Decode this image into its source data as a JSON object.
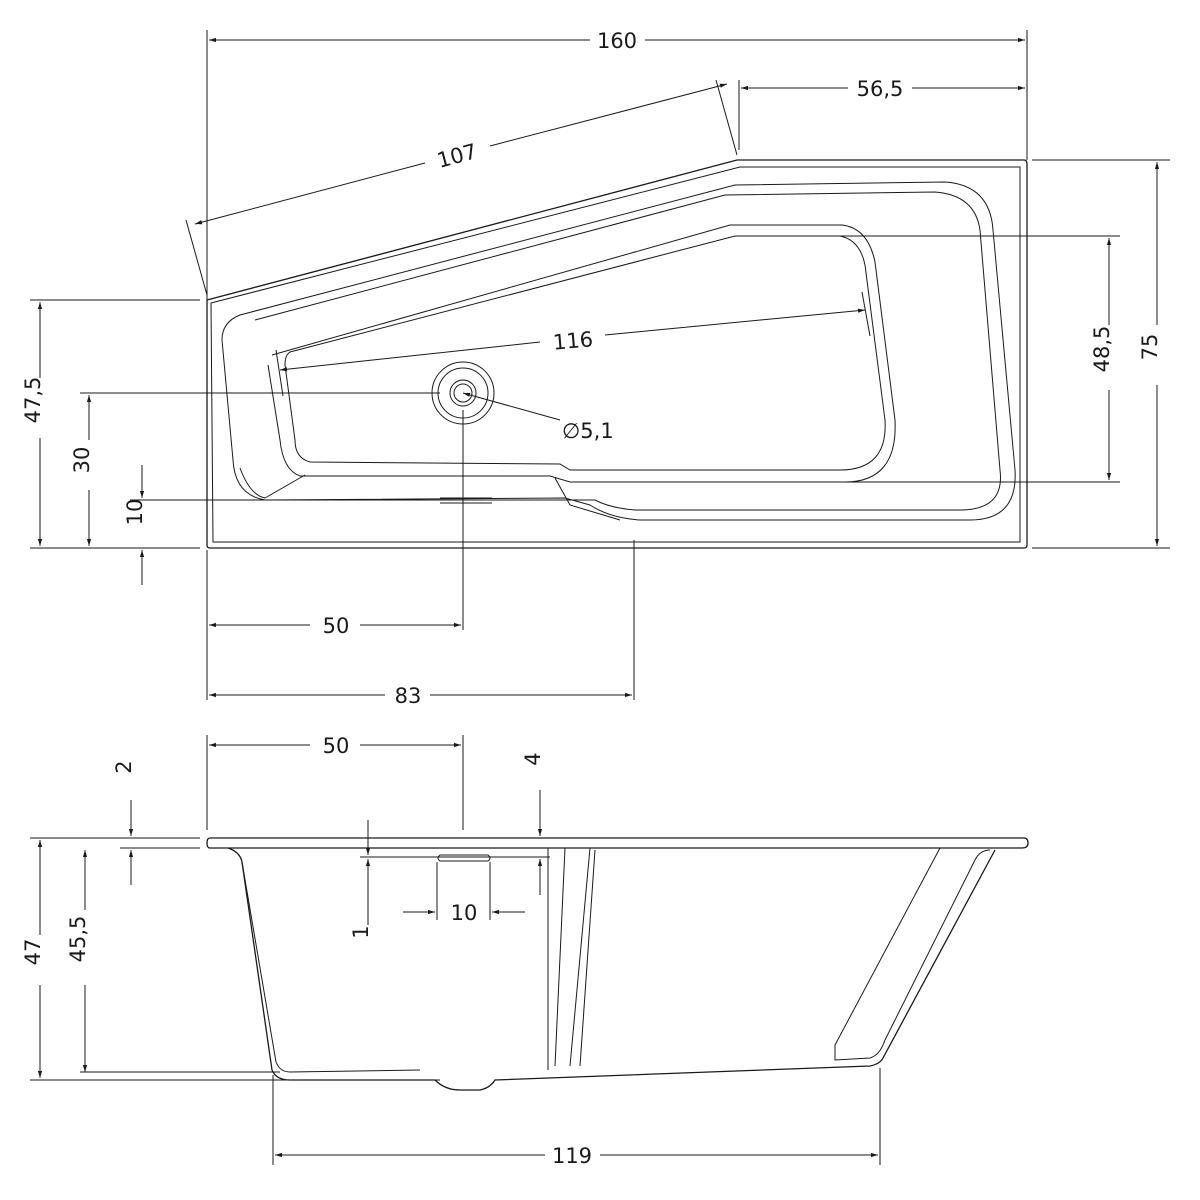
{
  "title": "Bathtub technical drawing",
  "top_view": {
    "width_total": "160",
    "slanted_edge": "107",
    "right_flat": "56,5",
    "depth_total": "75",
    "inner_depth": "48,5",
    "inner_length": "116",
    "drain_diameter": "∅5,1",
    "left_height": "47,5",
    "drain_offset_y": "30",
    "overflow_offset": "10",
    "drain_offset_x": "50",
    "step_offset_x": "83"
  },
  "side_view": {
    "drain_offset_x": "50",
    "rim_thickness": "2",
    "overflow_top": "4",
    "overflow_width": "10",
    "overflow_height": "1",
    "total_height": "47",
    "inner_height": "45,5",
    "bottom_length": "119"
  }
}
